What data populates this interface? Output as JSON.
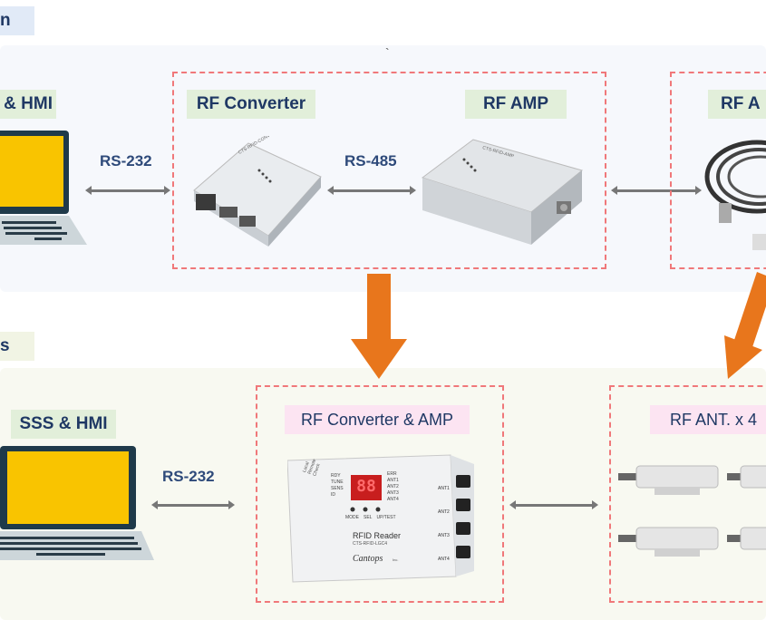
{
  "top_section": {
    "title": "n"
  },
  "bottom_section": {
    "title": "s"
  },
  "stray_mark": "`",
  "top": {
    "sss_hmi": "& HMI",
    "rf_converter": "RF Converter",
    "rf_amp": "RF AMP",
    "rf_ant": "RF A",
    "link1": "RS-232",
    "link2": "RS-485",
    "converter_label": "CTS-RFID-CONV",
    "amp_label": "CTS-RFID-AMP"
  },
  "bottom": {
    "sss_hmi": "SSS & HMI",
    "rf_conv_amp": "RF Converter & AMP",
    "rf_ant": "RF ANT. x 4",
    "link1": "RS-232",
    "reader": {
      "display": "88",
      "status_labels": [
        "RDY",
        "TUNE",
        "SENS",
        "ID"
      ],
      "ant_labels": [
        "ERR",
        "ANT1",
        "ANT2",
        "ANT3",
        "ANT4"
      ],
      "buttons": [
        "MODE",
        "SEL",
        "UP/TEST"
      ],
      "side_text": "Local Remote Check",
      "title": "RFID Reader",
      "model": "CTS-RFID-LGC4",
      "brand": "Cantops",
      "brand_sub": "Inc.",
      "ports": [
        "ANT1",
        "ANT2",
        "ANT3",
        "ANT4"
      ]
    }
  },
  "colors": {
    "accent_orange": "#e8761c",
    "dash_red": "#f0787a",
    "label_green": "#e2efda",
    "label_pink": "#fce4f2",
    "screen_yellow": "#f9c400"
  }
}
